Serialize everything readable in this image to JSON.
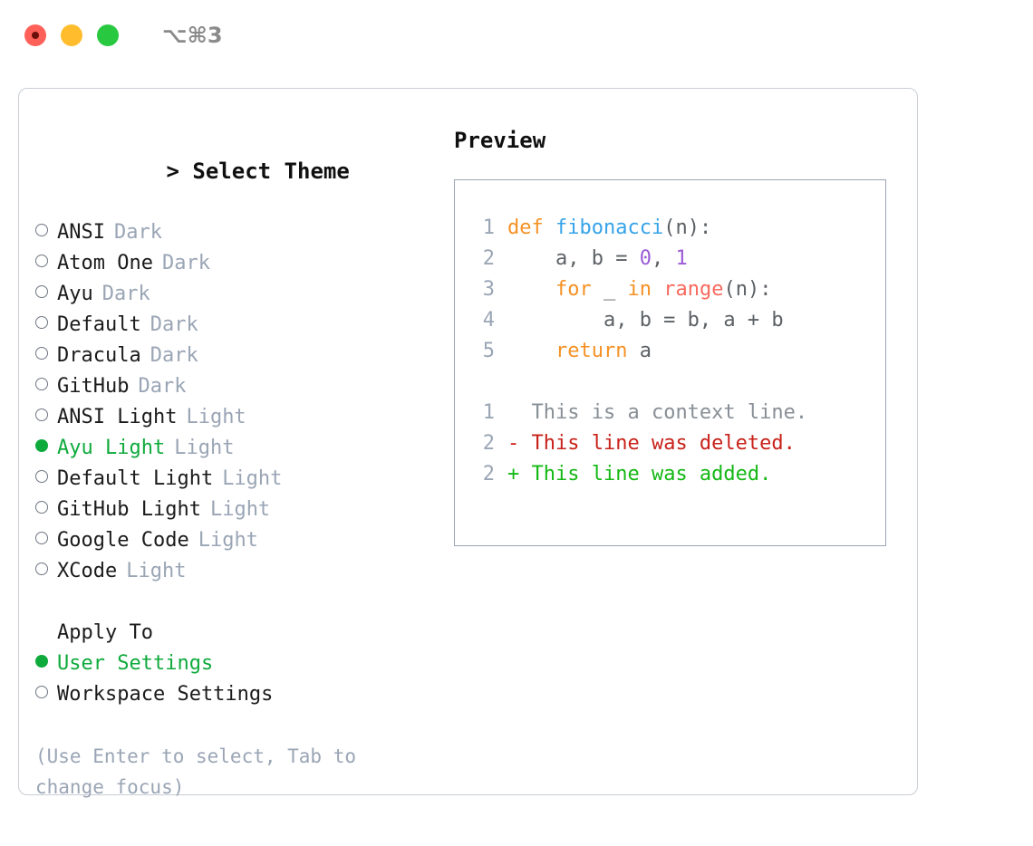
{
  "titlebar": {
    "shortcut": "⌥⌘3",
    "buttons": {
      "close": "close-button",
      "minimize": "minimize-button",
      "maximize": "maximize-button"
    }
  },
  "theme_picker": {
    "heading_caret": ">",
    "heading": "Select Theme",
    "options": [
      {
        "bullet": "○",
        "label": "ANSI",
        "tag": "Dark",
        "selected": false
      },
      {
        "bullet": "○",
        "label": "Atom One",
        "tag": "Dark",
        "selected": false
      },
      {
        "bullet": "○",
        "label": "Ayu",
        "tag": "Dark",
        "selected": false
      },
      {
        "bullet": "○",
        "label": "Default",
        "tag": "Dark",
        "selected": false
      },
      {
        "bullet": "○",
        "label": "Dracula",
        "tag": "Dark",
        "selected": false
      },
      {
        "bullet": "○",
        "label": "GitHub",
        "tag": "Dark",
        "selected": false
      },
      {
        "bullet": "○",
        "label": "ANSI Light",
        "tag": "Light",
        "selected": false
      },
      {
        "bullet": "●",
        "label": "Ayu Light",
        "tag": "Light",
        "selected": true
      },
      {
        "bullet": "○",
        "label": "Default Light",
        "tag": "Light",
        "selected": false
      },
      {
        "bullet": "○",
        "label": "GitHub Light",
        "tag": "Light",
        "selected": false
      },
      {
        "bullet": "○",
        "label": "Google Code",
        "tag": "Light",
        "selected": false
      },
      {
        "bullet": "○",
        "label": "XCode",
        "tag": "Light",
        "selected": false
      }
    ]
  },
  "apply_to": {
    "heading": "Apply To",
    "options": [
      {
        "bullet": "●",
        "label": "User Settings",
        "selected": true
      },
      {
        "bullet": "○",
        "label": "Workspace Settings",
        "selected": false
      }
    ]
  },
  "hint": "(Use Enter to select, Tab to change focus)",
  "preview": {
    "heading": "Preview",
    "code_lines": [
      {
        "number": "1",
        "tokens": [
          {
            "text": "def ",
            "cls": "t-kw"
          },
          {
            "text": "fibonacci",
            "cls": "t-fn"
          },
          {
            "text": "(n):",
            "cls": "t-pln"
          }
        ]
      },
      {
        "number": "2",
        "tokens": [
          {
            "text": "    a, b = ",
            "cls": "t-pln"
          },
          {
            "text": "0",
            "cls": "t-num"
          },
          {
            "text": ", ",
            "cls": "t-pln"
          },
          {
            "text": "1",
            "cls": "t-num"
          }
        ]
      },
      {
        "number": "3",
        "tokens": [
          {
            "text": "    ",
            "cls": "t-pln"
          },
          {
            "text": "for",
            "cls": "t-kw"
          },
          {
            "text": " _ ",
            "cls": "t-pln"
          },
          {
            "text": "in",
            "cls": "t-kw"
          },
          {
            "text": " ",
            "cls": "t-pln"
          },
          {
            "text": "range",
            "cls": "t-call"
          },
          {
            "text": "(n):",
            "cls": "t-pln"
          }
        ]
      },
      {
        "number": "4",
        "tokens": [
          {
            "text": "        a, b = b, a + b",
            "cls": "t-pln"
          }
        ]
      },
      {
        "number": "5",
        "tokens": [
          {
            "text": "    ",
            "cls": "t-pln"
          },
          {
            "text": "return",
            "cls": "t-kw"
          },
          {
            "text": " a",
            "cls": "t-pln"
          }
        ]
      }
    ],
    "diff_lines": [
      {
        "number": "1",
        "marker": "  ",
        "text": "This is a context line.",
        "cls": "t-ctx"
      },
      {
        "number": "2",
        "marker": "- ",
        "text": "This line was deleted.",
        "cls": "t-del"
      },
      {
        "number": "2",
        "marker": "+ ",
        "text": "This line was added.",
        "cls": "t-add"
      }
    ]
  },
  "colors": {
    "accent_green": "#0faa3c",
    "muted": "#9aa5b5",
    "keyword": "#f59124",
    "function": "#36a3e8",
    "number": "#9a5bd6",
    "call": "#f8695f",
    "diff_add": "#14b814",
    "diff_del": "#c8221a",
    "panel_border": "#c9cdd4",
    "preview_border": "#9aa5b5"
  }
}
